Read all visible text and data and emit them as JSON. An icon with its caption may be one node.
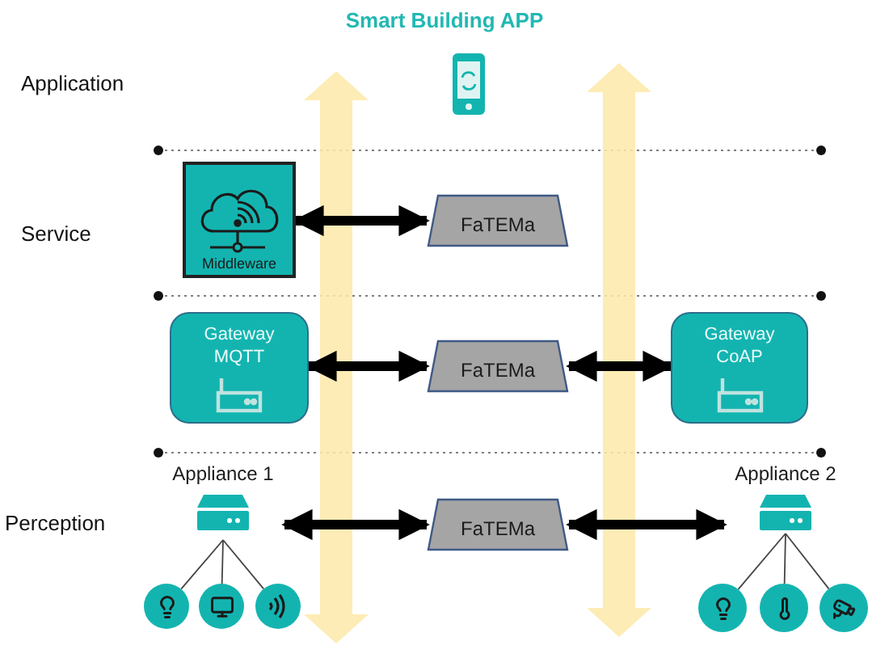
{
  "diagram": {
    "title": "Smart Building APP",
    "nodes": [
      {
        "text": [
          "Middleware"
        ]
      },
      {
        "text": [
          "FaTEMa"
        ]
      },
      {
        "text": [
          "Gateway MQTT"
        ]
      },
      {
        "text": [
          "FaTEMa"
        ]
      },
      {
        "text": [
          "Gateway CoAP"
        ]
      },
      {
        "text": [
          "Appliance 1"
        ]
      },
      {
        "text": [
          "FaTEMa"
        ]
      },
      {
        "text": [
          "Appliance 2"
        ]
      },
      {
        "text": [],
        "shape": "circle"
      },
      {
        "text": [],
        "shape": "circle"
      },
      {
        "text": [],
        "shape": "circle"
      },
      {
        "text": [],
        "shape": "circle"
      },
      {
        "text": [],
        "shape": "circle"
      },
      {
        "text": [],
        "shape": "circle"
      }
    ],
    "edges": [
      {
        "from": 0,
        "to": 1,
        "arrow": "both",
        "style": "thick"
      },
      {
        "from": 2,
        "to": 3,
        "arrow": "both",
        "style": "thick"
      },
      {
        "from": 3,
        "to": 4,
        "arrow": "both",
        "style": "thick"
      },
      {
        "from": 5,
        "to": 6,
        "arrow": "both",
        "style": "thick"
      },
      {
        "from": 6,
        "to": 7,
        "arrow": "both",
        "style": "thick"
      },
      {
        "from": 5,
        "to": 8,
        "arrow": "none"
      },
      {
        "from": 5,
        "to": 9,
        "arrow": "none"
      },
      {
        "from": 5,
        "to": 10,
        "arrow": "none"
      },
      {
        "from": 7,
        "to": 11,
        "arrow": "none"
      },
      {
        "from": 7,
        "to": 12,
        "arrow": "none"
      },
      {
        "from": 7,
        "to": 13,
        "arrow": "none"
      }
    ],
    "labels": [
      "Application",
      "Service",
      "Perception"
    ]
  }
}
